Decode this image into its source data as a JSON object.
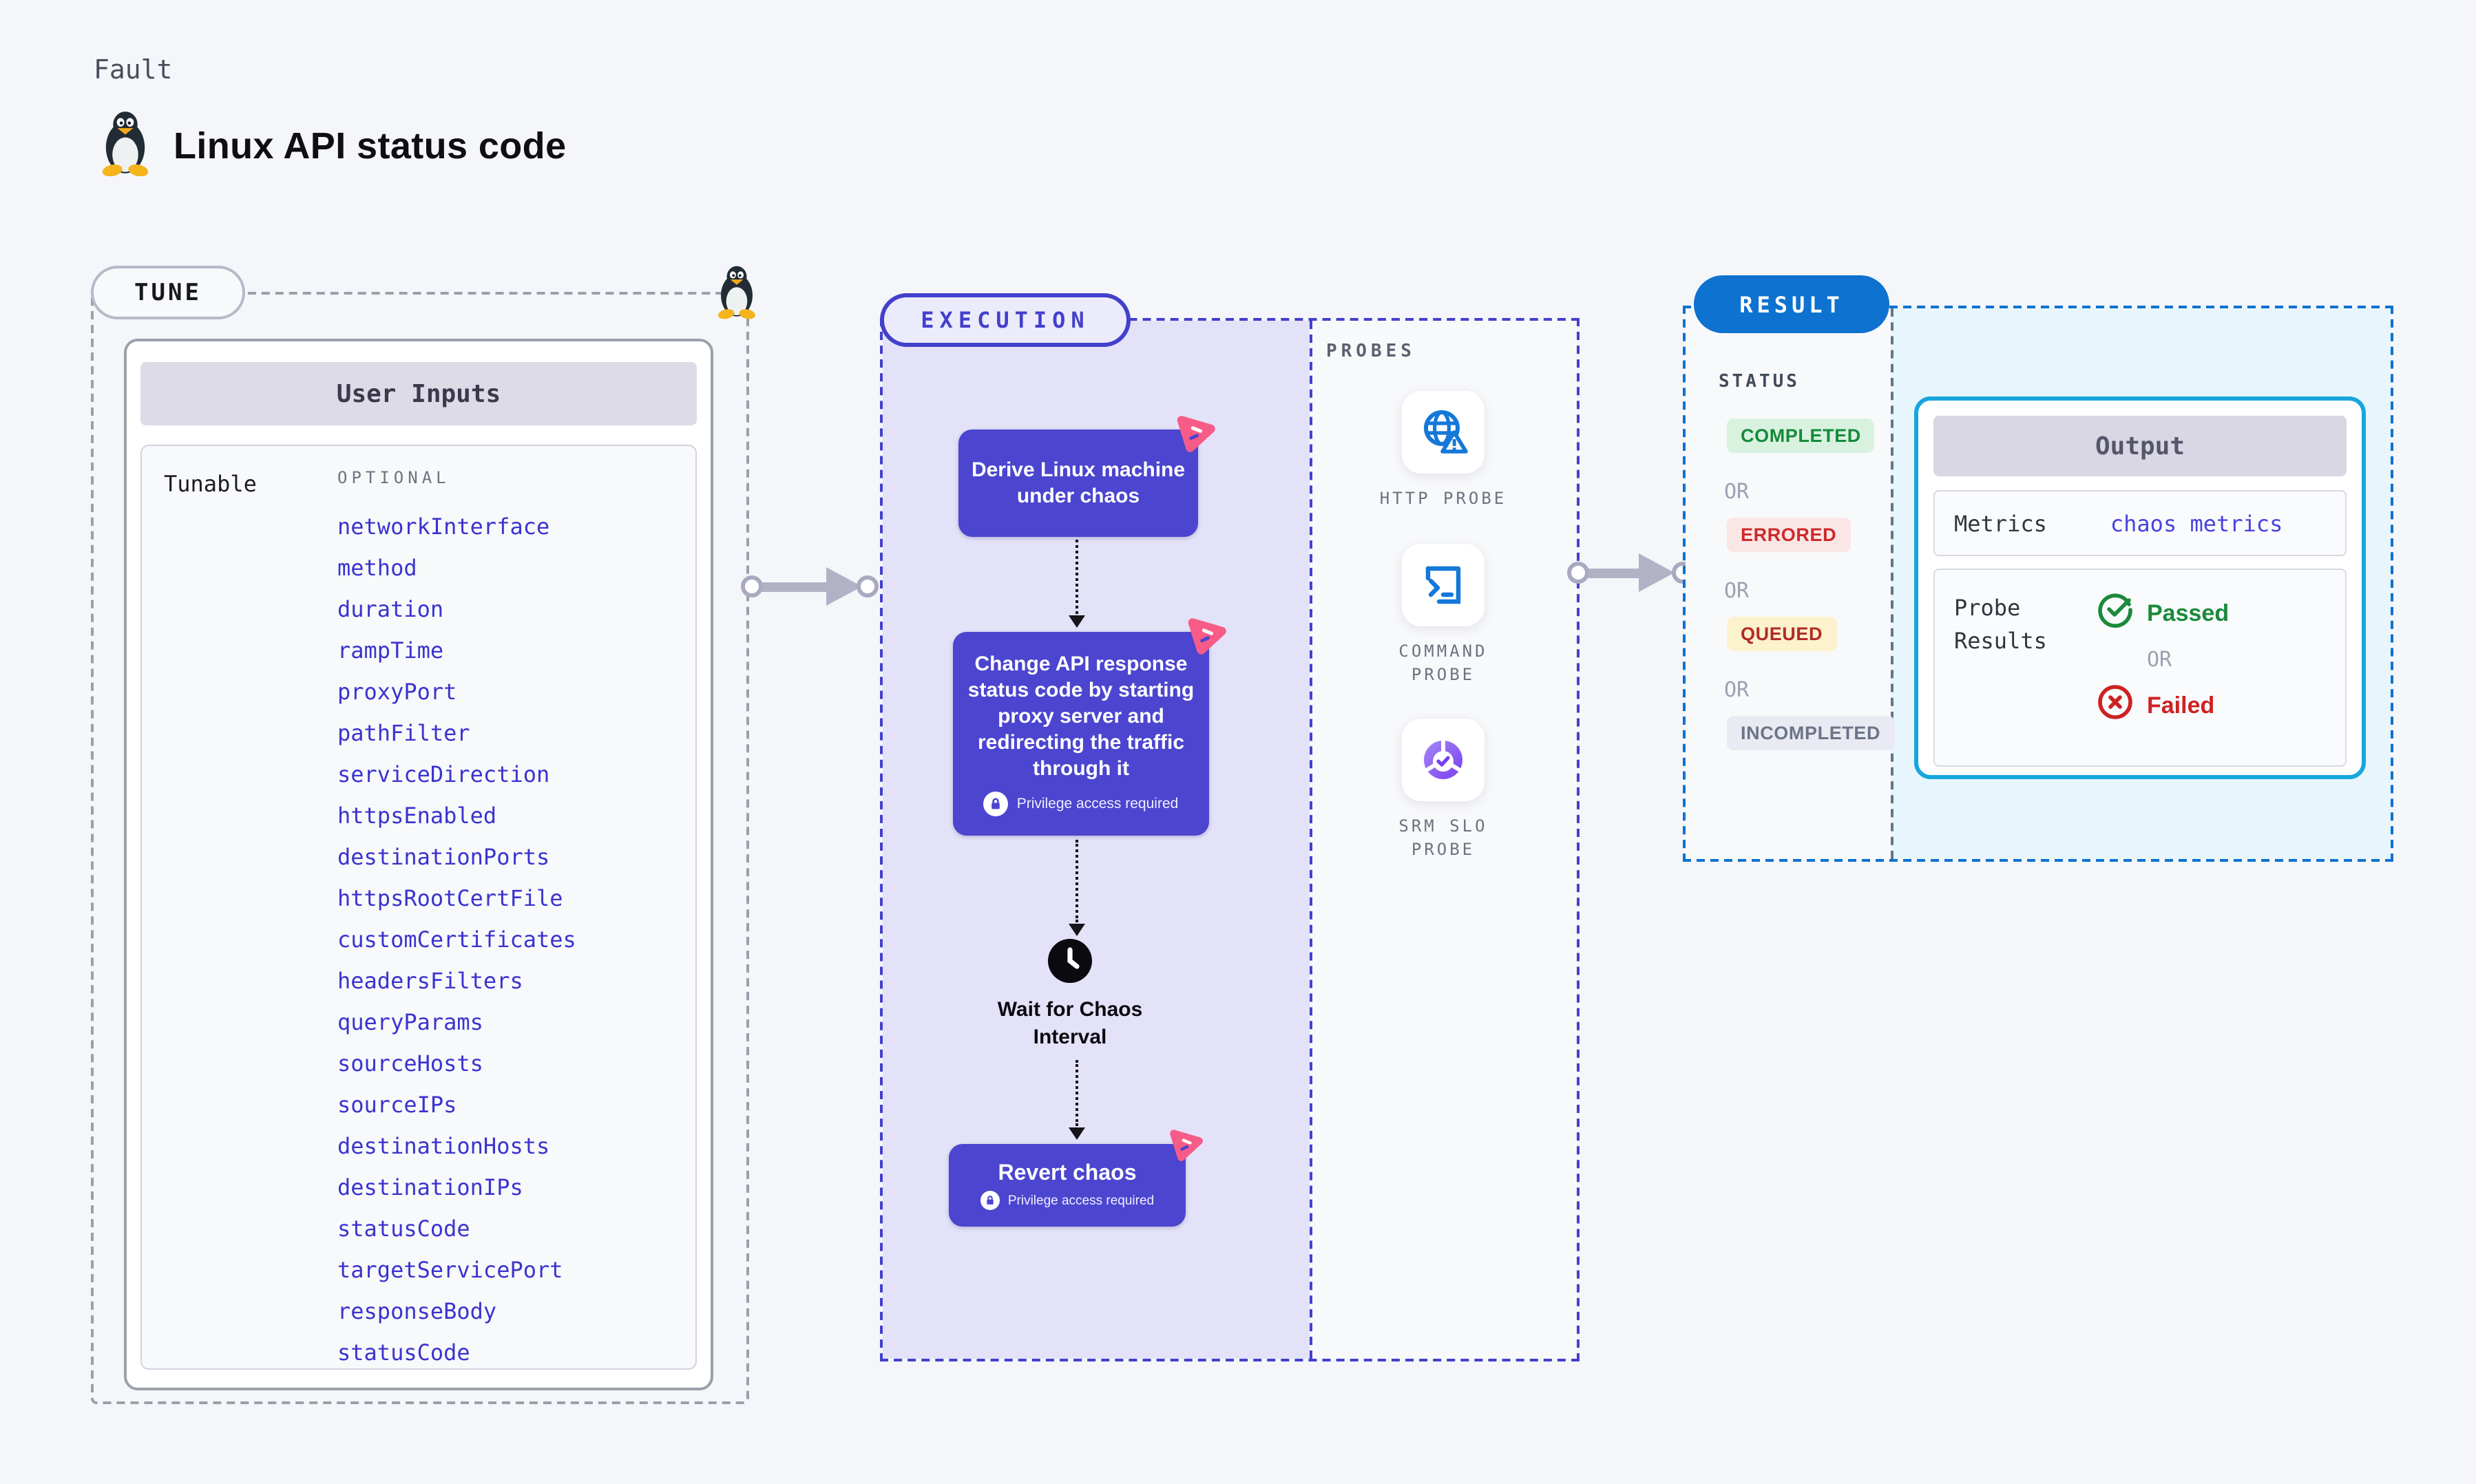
{
  "header": {
    "category_label": "Fault",
    "title": "Linux API status code"
  },
  "tune": {
    "pill": "TUNE",
    "card_title": "User Inputs",
    "row_label": "Tunable",
    "optional_label": "OPTIONAL",
    "params": [
      "networkInterface",
      "method",
      "duration",
      "rampTime",
      "proxyPort",
      "pathFilter",
      "serviceDirection",
      "httpsEnabled",
      "destinationPorts",
      "httpsRootCertFile",
      "customCertificates",
      "headersFilters",
      "queryParams",
      "sourceHosts",
      "sourceIPs",
      "destinationHosts",
      "destinationIPs",
      "statusCode",
      "targetServicePort",
      "responseBody",
      "statusCode"
    ]
  },
  "execution": {
    "pill": "EXECUTION",
    "step_derive": "Derive Linux machine under chaos",
    "step_change": "Change API response status code by starting proxy server and redirecting the traffic through it",
    "wait_label": "Wait for Chaos Interval",
    "step_revert": "Revert chaos",
    "privilege_note": "Privilege access required"
  },
  "probes": {
    "label": "PROBES",
    "items": [
      {
        "label": "HTTP PROBE",
        "icon": "globe-alert-icon"
      },
      {
        "label": "COMMAND PROBE",
        "icon": "terminal-icon"
      },
      {
        "label": "SRM SLO PROBE",
        "icon": "slo-donut-check-icon"
      }
    ]
  },
  "result": {
    "pill": "RESULT",
    "status_label": "STATUS",
    "or_label": "OR",
    "statuses": [
      "COMPLETED",
      "ERRORED",
      "QUEUED",
      "INCOMPLETED"
    ],
    "output": {
      "title": "Output",
      "metrics_label": "Metrics",
      "metrics_value": "chaos metrics",
      "probe_results_label": "Probe Results",
      "passed_label": "Passed",
      "failed_label": "Failed"
    }
  },
  "colors": {
    "accent_indigo": "#4b45cf",
    "execution_bg": "#e3e2f8",
    "result_blue": "#0d72d0",
    "output_border_cyan": "#17a6dd",
    "chaos_pink": "#f75b87",
    "passed_green": "#1b8a3a",
    "failed_red": "#cd2222",
    "completed_bg": "#d9f2df",
    "errored_bg": "#fbe6e6",
    "queued_bg": "#fcf2cd",
    "incompleted_bg": "#e9eaf2",
    "param_link_blue": "#3b33cf"
  }
}
